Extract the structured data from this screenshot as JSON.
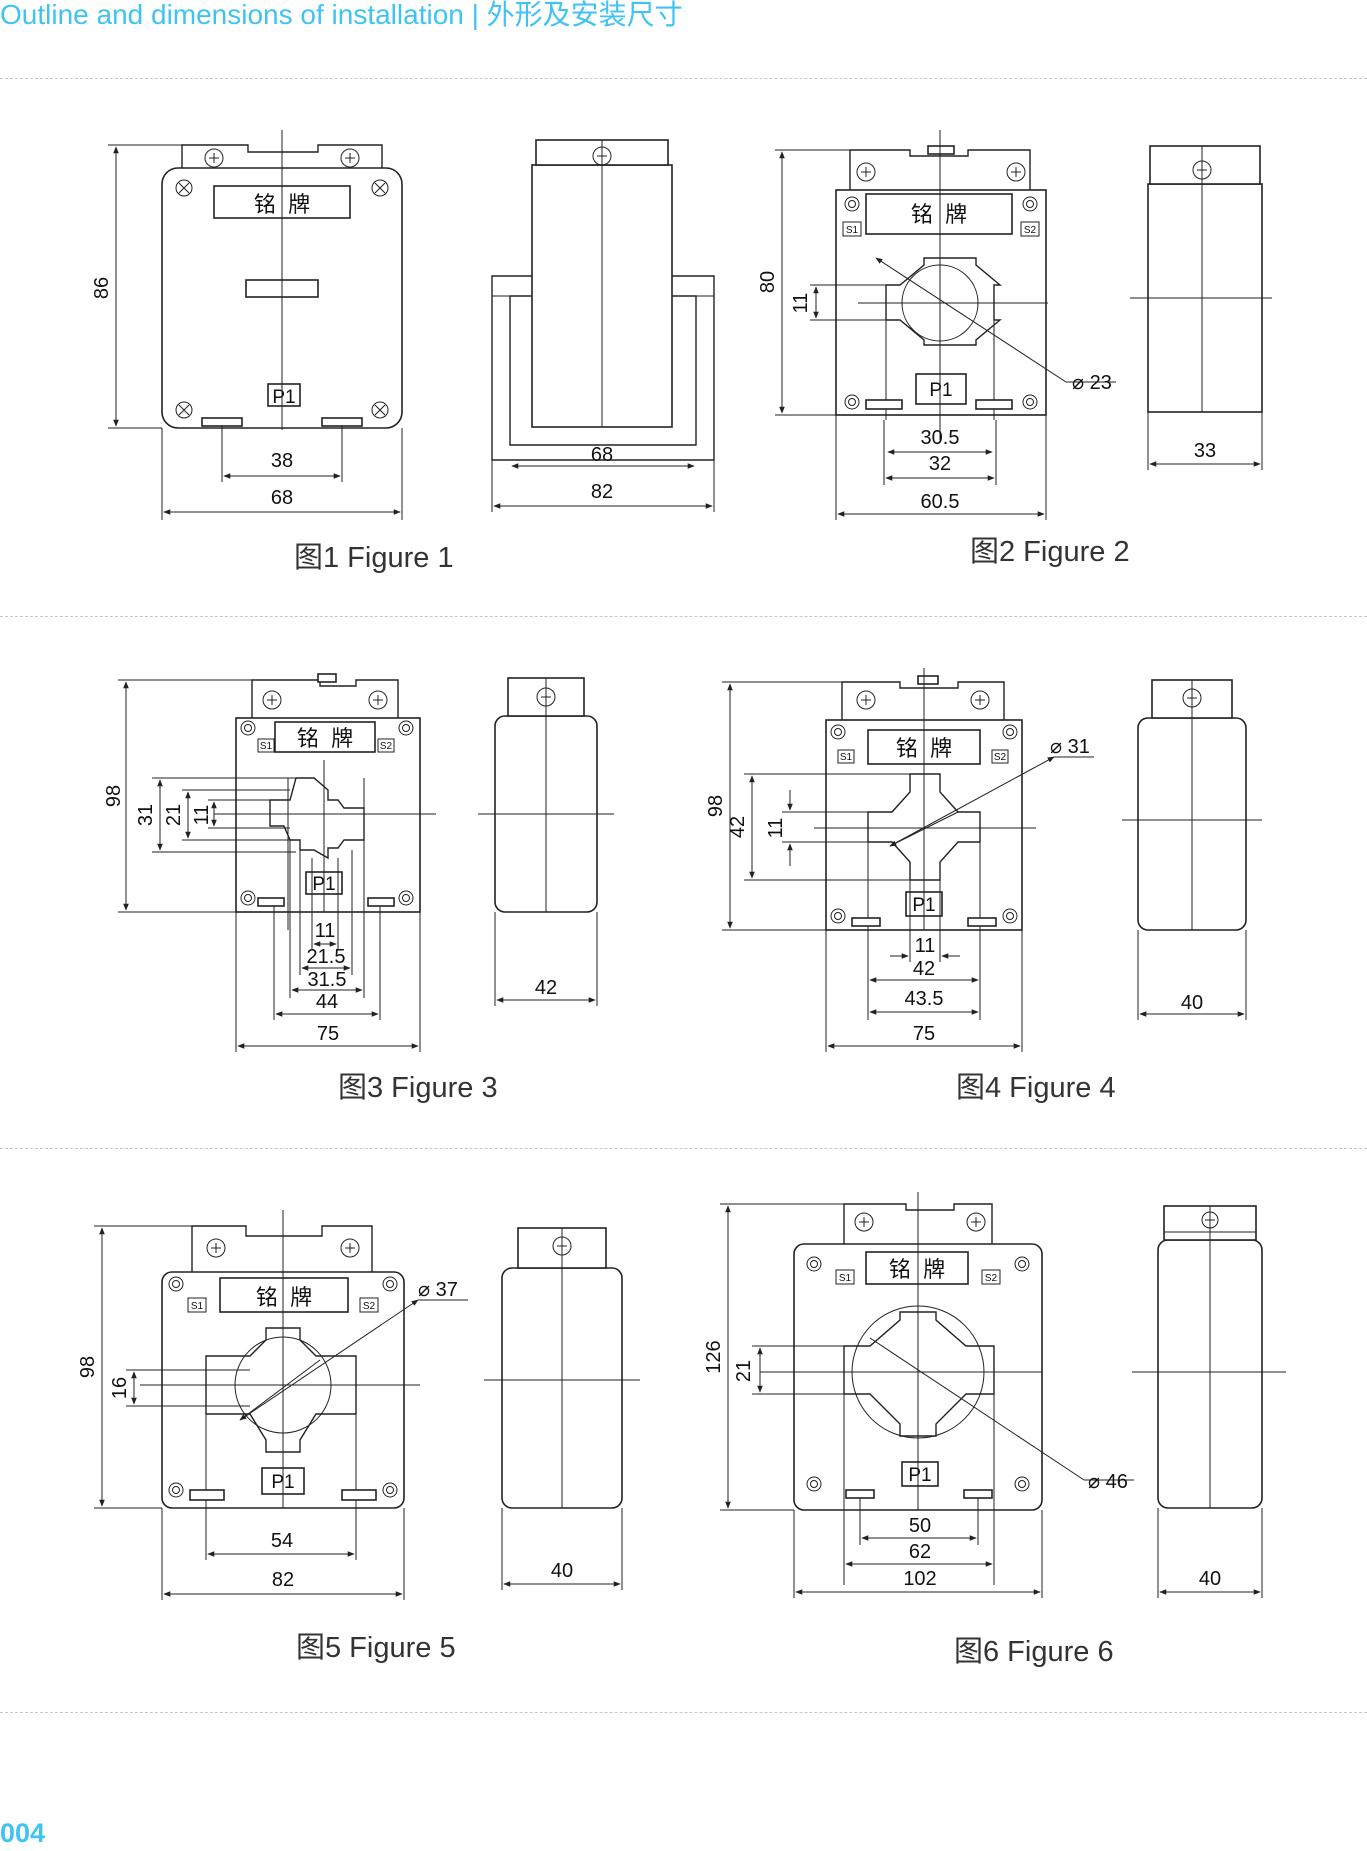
{
  "header": {
    "title": "Outline and dimensions of installation | 外形及安装尺寸",
    "accent_color": "#3fc3f5"
  },
  "footer": {
    "page_number": "004"
  },
  "labels": {
    "nameplate": "铭  牌",
    "primary": "P1",
    "secondary_1": "S1",
    "secondary_2": "S2"
  },
  "figures": [
    {
      "caption": "图1 Figure 1",
      "dimensions": {
        "height": "86",
        "mount_spacing": "38",
        "width": "68",
        "side_inner": "68",
        "side_outer": "82"
      }
    },
    {
      "caption": "图2 Figure 2",
      "dimensions": {
        "height": "80",
        "window_height": "11",
        "window_diameter": "⌀ 23",
        "window_width_a": "30.5",
        "window_width_b": "32",
        "width": "60.5",
        "depth": "33"
      }
    },
    {
      "caption": "图3 Figure 3",
      "dimensions": {
        "height": "98",
        "window_h1": "31",
        "window_h2": "21",
        "window_h3": "11",
        "window_w1": "11",
        "window_w2": "21.5",
        "window_w3": "31.5",
        "mount_spacing": "44",
        "width": "75",
        "depth": "42"
      }
    },
    {
      "caption": "图4 Figure 4",
      "dimensions": {
        "height": "98",
        "window_h1": "42",
        "window_h2": "11",
        "window_diameter": "⌀ 31",
        "window_w1": "11",
        "window_w2": "42",
        "window_w3": "43.5",
        "width": "75",
        "depth": "40"
      }
    },
    {
      "caption": "图5 Figure 5",
      "dimensions": {
        "height": "98",
        "window_height": "16",
        "window_diameter": "⌀ 37",
        "mount_spacing": "54",
        "width": "82",
        "depth": "40"
      }
    },
    {
      "caption": "图6 Figure 6",
      "dimensions": {
        "height": "126",
        "window_height": "21",
        "window_diameter": "⌀ 46",
        "window_w1": "50",
        "window_w2": "62",
        "width": "102",
        "depth": "40"
      }
    }
  ]
}
